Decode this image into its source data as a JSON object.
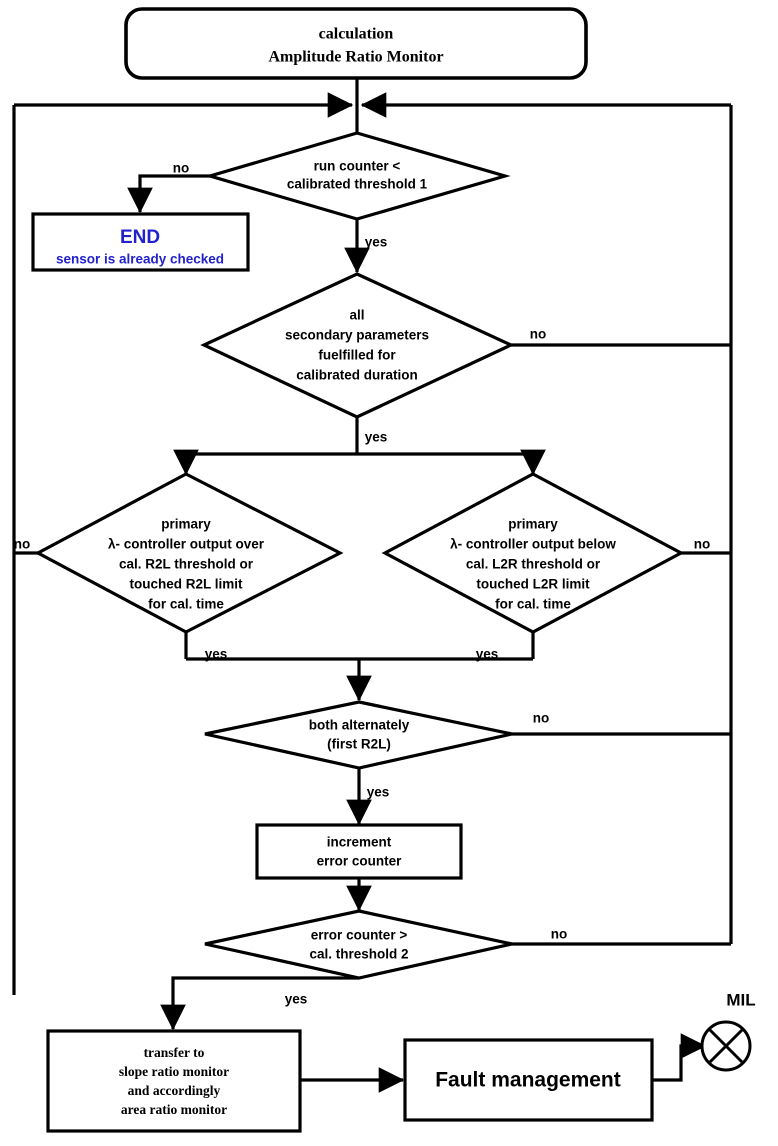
{
  "diagram": {
    "title_box": {
      "line1": "calculation",
      "line2": "Amplitude Ratio Monitor"
    },
    "end_box": {
      "title": "END",
      "subtitle": "sensor is already checked",
      "color": "#2222cc"
    },
    "decisions": {
      "run_counter": {
        "line1": "run counter <",
        "line2": "calibrated threshold 1",
        "yes": "yes",
        "no": "no"
      },
      "secondary": {
        "line1": "all",
        "line2": "secondary parameters",
        "line3": "fuelfilled for",
        "line4": "calibrated duration",
        "yes": "yes",
        "no": "no"
      },
      "primary_left": {
        "line1": "primary",
        "line2": "λ- controller output over",
        "line3": "cal. R2L threshold or",
        "line4": "touched R2L limit",
        "line5": "for cal. time",
        "yes": "yes",
        "no": "no"
      },
      "primary_right": {
        "line1": "primary",
        "line2": "λ- controller output below",
        "line3": "cal. L2R threshold or",
        "line4": "touched L2R limit",
        "line5": "for cal. time",
        "yes": "yes",
        "no": "no"
      },
      "alternately": {
        "line1": "both alternately",
        "line2": "(first R2L)",
        "yes": "yes",
        "no": "no"
      },
      "error_counter": {
        "line1": "error counter >",
        "line2": "cal. threshold 2",
        "yes": "yes",
        "no": "no"
      }
    },
    "process": {
      "increment": {
        "line1": "increment",
        "line2": "error counter"
      },
      "transfer": {
        "line1": "transfer to",
        "line2": "slope ratio monitor",
        "line3": "and accordingly",
        "line4": "area ratio monitor"
      },
      "fault_management": {
        "label": "Fault management"
      }
    },
    "mil": {
      "label": "MIL"
    },
    "colors": {
      "line": "#000000",
      "fill": "#ffffff",
      "end_text": "#2222cc"
    }
  },
  "chart_data": {
    "type": "diagram",
    "title": "calculation Amplitude Ratio Monitor",
    "nodes": [
      {
        "id": "start",
        "shape": "rounded-rect",
        "text": "calculation / Amplitude Ratio Monitor"
      },
      {
        "id": "run_counter",
        "shape": "diamond",
        "text": "run counter < calibrated threshold 1"
      },
      {
        "id": "end",
        "shape": "rect",
        "text": "END / sensor is already checked"
      },
      {
        "id": "secondary",
        "shape": "diamond",
        "text": "all secondary parameters fuelfilled for calibrated duration"
      },
      {
        "id": "primary_left",
        "shape": "diamond",
        "text": "primary λ- controller output over cal. R2L threshold or touched R2L limit for cal. time"
      },
      {
        "id": "primary_right",
        "shape": "diamond",
        "text": "primary λ- controller output below cal. L2R threshold or touched L2R limit for cal. time"
      },
      {
        "id": "alternately",
        "shape": "diamond",
        "text": "both alternately (first R2L)"
      },
      {
        "id": "increment",
        "shape": "rect",
        "text": "increment error counter"
      },
      {
        "id": "error_counter",
        "shape": "diamond",
        "text": "error counter > cal. threshold 2"
      },
      {
        "id": "transfer",
        "shape": "rect",
        "text": "transfer to slope ratio monitor and accordingly area ratio monitor"
      },
      {
        "id": "fault_management",
        "shape": "rect",
        "text": "Fault management"
      },
      {
        "id": "mil",
        "shape": "circle-x",
        "text": "MIL"
      }
    ],
    "edges": [
      {
        "from": "start",
        "to": "run_counter",
        "label": ""
      },
      {
        "from": "run_counter",
        "to": "end",
        "label": "no"
      },
      {
        "from": "run_counter",
        "to": "secondary",
        "label": "yes"
      },
      {
        "from": "secondary",
        "to": "loop-return",
        "label": "no"
      },
      {
        "from": "secondary",
        "to": "primary_left",
        "label": "yes"
      },
      {
        "from": "secondary",
        "to": "primary_right",
        "label": "yes"
      },
      {
        "from": "primary_left",
        "to": "loop-return-left",
        "label": "no"
      },
      {
        "from": "primary_right",
        "to": "loop-return-right",
        "label": "no"
      },
      {
        "from": "primary_left",
        "to": "alternately",
        "label": "yes"
      },
      {
        "from": "primary_right",
        "to": "alternately",
        "label": "yes"
      },
      {
        "from": "alternately",
        "to": "loop-return-right",
        "label": "no"
      },
      {
        "from": "alternately",
        "to": "increment",
        "label": "yes"
      },
      {
        "from": "increment",
        "to": "error_counter",
        "label": ""
      },
      {
        "from": "error_counter",
        "to": "loop-return-right",
        "label": "no"
      },
      {
        "from": "error_counter",
        "to": "transfer",
        "label": "yes"
      },
      {
        "from": "transfer",
        "to": "fault_management",
        "label": ""
      },
      {
        "from": "fault_management",
        "to": "mil",
        "label": ""
      }
    ]
  }
}
